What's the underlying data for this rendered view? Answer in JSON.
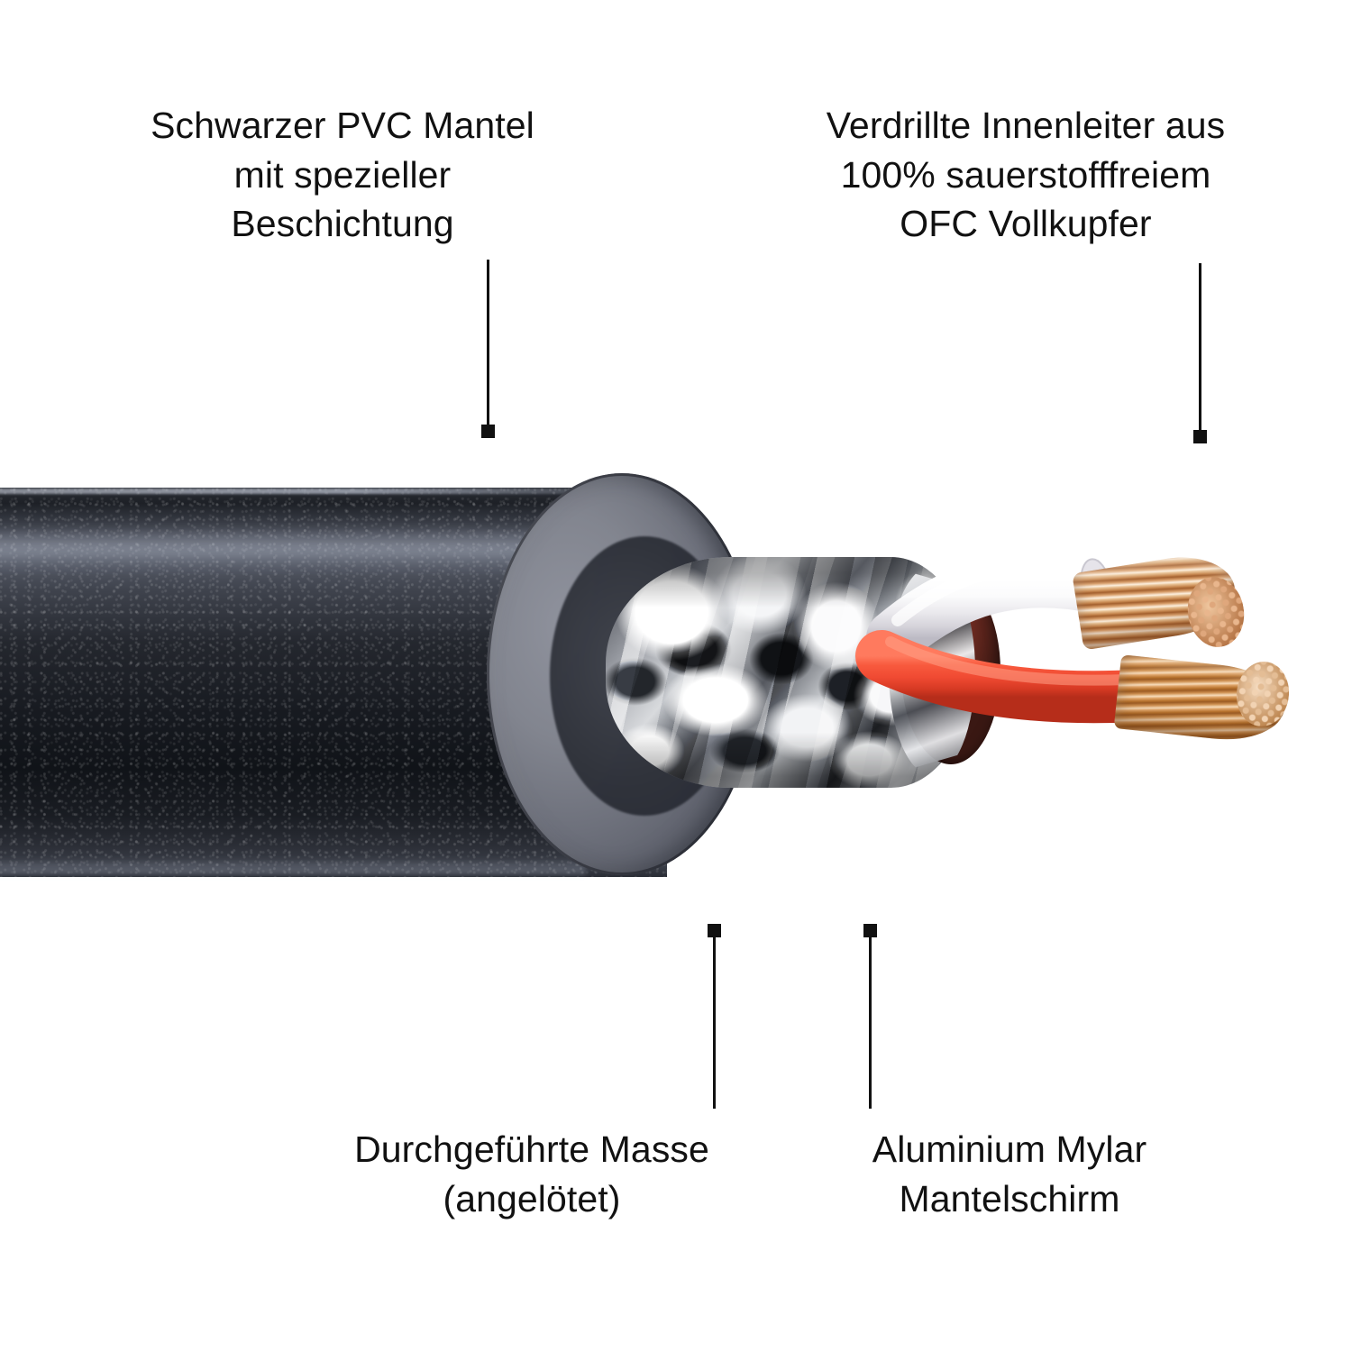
{
  "diagram": {
    "subject": "audio-cable-cross-section",
    "background_color": "#ffffff",
    "labels": [
      {
        "id": "jacket",
        "name": "black-pvc-jacket-label",
        "text": "Schwarzer PVC Mantel\nmit spezieller\nBeschichtung",
        "position": "top-left"
      },
      {
        "id": "conductors",
        "name": "inner-conductors-label",
        "text": "Verdrillte Innenleiter aus\n100% sauerstofffreiem\nOFC Vollkupfer",
        "position": "top-right"
      },
      {
        "id": "ground",
        "name": "ground-wire-label",
        "text": "Durchgeführte Masse\n(angelötet)",
        "position": "bottom-left"
      },
      {
        "id": "shield",
        "name": "aluminium-mylar-shield-label",
        "text": "Aluminium Mylar\nMantelschirm",
        "position": "bottom-right"
      }
    ],
    "leaders": [
      {
        "id": "jacket",
        "name": "leader-line-jacket",
        "direction": "down",
        "marker": "square"
      },
      {
        "id": "conductors",
        "name": "leader-line-conductors",
        "direction": "down",
        "marker": "square"
      },
      {
        "id": "ground",
        "name": "leader-line-ground",
        "direction": "up",
        "marker": "square"
      },
      {
        "id": "shield",
        "name": "leader-line-shield",
        "direction": "up",
        "marker": "square"
      }
    ],
    "colors": {
      "text": "#111111",
      "leader": "#111111",
      "jacket_black": "#1b1e24",
      "cut_face_gray": "#82858f",
      "shield_silver": "#d8dadd",
      "wire_white": "#f3f2f4",
      "wire_red": "#f04a32",
      "copper": "#c98a52",
      "shield_interior_red": "#7d3326"
    },
    "parts": [
      {
        "name": "pvc-jacket",
        "label": "Schwarzer PVC Mantel"
      },
      {
        "name": "cut-face",
        "label": "Mantel Schnittfläche"
      },
      {
        "name": "mylar-shield",
        "label": "Aluminium Mylar Mantelschirm"
      },
      {
        "name": "white-conductor",
        "label": "Innenleiter weiß"
      },
      {
        "name": "red-conductor",
        "label": "Innenleiter rot"
      },
      {
        "name": "copper-strands",
        "label": "OFC Vollkupfer Litzen"
      }
    ]
  }
}
